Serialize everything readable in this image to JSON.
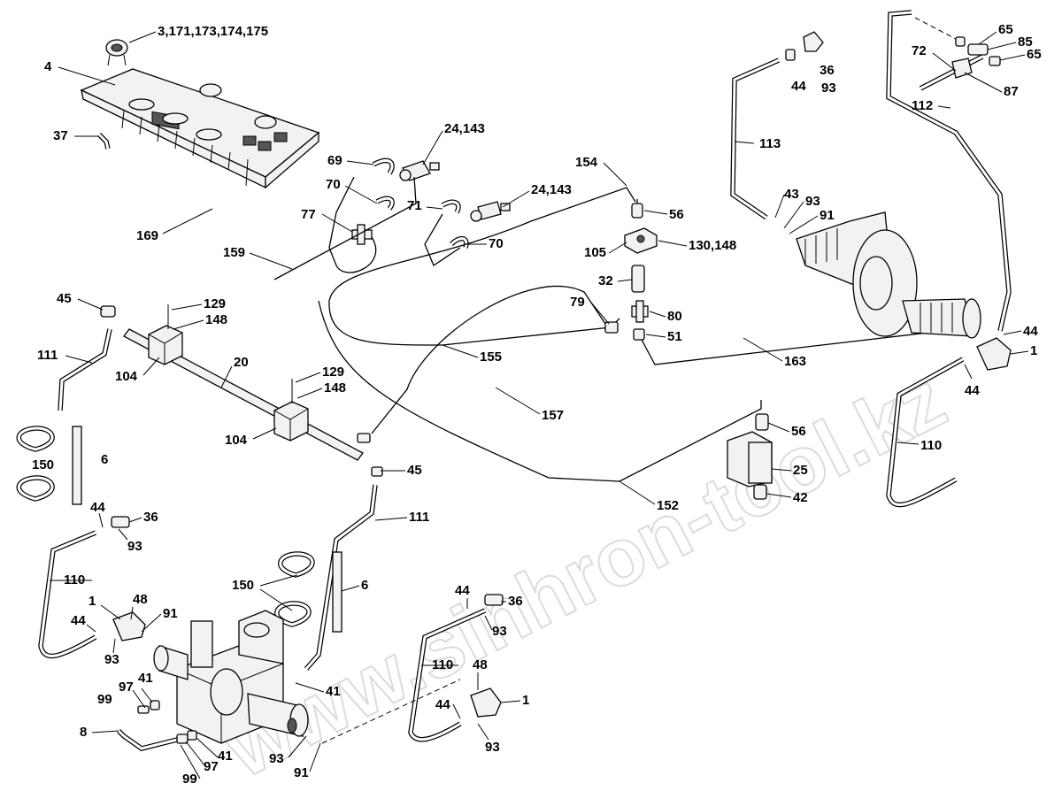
{
  "watermark": "www.sinhron-tool.kz",
  "callouts": [
    {
      "id": "c1",
      "text": "3,171,173,174,175"
    },
    {
      "id": "c2",
      "text": "4"
    },
    {
      "id": "c3",
      "text": "37"
    },
    {
      "id": "c4",
      "text": "169"
    },
    {
      "id": "c5",
      "text": "69"
    },
    {
      "id": "c6",
      "text": "24,143"
    },
    {
      "id": "c7",
      "text": "70"
    },
    {
      "id": "c8",
      "text": "77"
    },
    {
      "id": "c9",
      "text": "71"
    },
    {
      "id": "c10",
      "text": "24,143"
    },
    {
      "id": "c11",
      "text": "70"
    },
    {
      "id": "c12",
      "text": "159"
    },
    {
      "id": "c13",
      "text": "154"
    },
    {
      "id": "c14",
      "text": "56"
    },
    {
      "id": "c15",
      "text": "105"
    },
    {
      "id": "c16",
      "text": "130,148"
    },
    {
      "id": "c17",
      "text": "32"
    },
    {
      "id": "c18",
      "text": "79"
    },
    {
      "id": "c19",
      "text": "80"
    },
    {
      "id": "c20",
      "text": "51"
    },
    {
      "id": "c21",
      "text": "155"
    },
    {
      "id": "c22",
      "text": "163"
    },
    {
      "id": "c23",
      "text": "45"
    },
    {
      "id": "c24",
      "text": "129"
    },
    {
      "id": "c25",
      "text": "148"
    },
    {
      "id": "c26",
      "text": "111"
    },
    {
      "id": "c27",
      "text": "104"
    },
    {
      "id": "c28",
      "text": "20"
    },
    {
      "id": "c29",
      "text": "129"
    },
    {
      "id": "c30",
      "text": "148"
    },
    {
      "id": "c31",
      "text": "104"
    },
    {
      "id": "c32",
      "text": "157"
    },
    {
      "id": "c33",
      "text": "150"
    },
    {
      "id": "c34",
      "text": "6"
    },
    {
      "id": "c35",
      "text": "45"
    },
    {
      "id": "c36",
      "text": "56"
    },
    {
      "id": "c37",
      "text": "25"
    },
    {
      "id": "c38",
      "text": "42"
    },
    {
      "id": "c39",
      "text": "152"
    },
    {
      "id": "c40",
      "text": "65"
    },
    {
      "id": "c41",
      "text": "72"
    },
    {
      "id": "c42",
      "text": "85"
    },
    {
      "id": "c43",
      "text": "65"
    },
    {
      "id": "c44",
      "text": "36"
    },
    {
      "id": "c45",
      "text": "44"
    },
    {
      "id": "c46",
      "text": "93"
    },
    {
      "id": "c47",
      "text": "87"
    },
    {
      "id": "c48",
      "text": "112"
    },
    {
      "id": "c49",
      "text": "113"
    },
    {
      "id": "c50",
      "text": "43"
    },
    {
      "id": "c51",
      "text": "93"
    },
    {
      "id": "c52",
      "text": "91"
    },
    {
      "id": "c53",
      "text": "44"
    },
    {
      "id": "c54",
      "text": "1"
    },
    {
      "id": "c55",
      "text": "44"
    },
    {
      "id": "c56",
      "text": "110"
    },
    {
      "id": "c57",
      "text": "44"
    },
    {
      "id": "c58",
      "text": "36"
    },
    {
      "id": "c59",
      "text": "93"
    },
    {
      "id": "c60",
      "text": "110"
    },
    {
      "id": "c61",
      "text": "1"
    },
    {
      "id": "c62",
      "text": "48"
    },
    {
      "id": "c63",
      "text": "91"
    },
    {
      "id": "c64",
      "text": "44"
    },
    {
      "id": "c65",
      "text": "93"
    },
    {
      "id": "c66",
      "text": "111"
    },
    {
      "id": "c67",
      "text": "150"
    },
    {
      "id": "c68",
      "text": "6"
    },
    {
      "id": "c69",
      "text": "44"
    },
    {
      "id": "c70",
      "text": "36"
    },
    {
      "id": "c71",
      "text": "93"
    },
    {
      "id": "c72",
      "text": "110"
    },
    {
      "id": "c73",
      "text": "48"
    },
    {
      "id": "c74",
      "text": "44"
    },
    {
      "id": "c75",
      "text": "1"
    },
    {
      "id": "c76",
      "text": "93"
    },
    {
      "id": "c77",
      "text": "97"
    },
    {
      "id": "c78",
      "text": "41"
    },
    {
      "id": "c79",
      "text": "99"
    },
    {
      "id": "c80",
      "text": "41"
    },
    {
      "id": "c81",
      "text": "8"
    },
    {
      "id": "c82",
      "text": "41"
    },
    {
      "id": "c83",
      "text": "97"
    },
    {
      "id": "c84",
      "text": "99"
    },
    {
      "id": "c85",
      "text": "93"
    },
    {
      "id": "c86",
      "text": "91"
    }
  ]
}
